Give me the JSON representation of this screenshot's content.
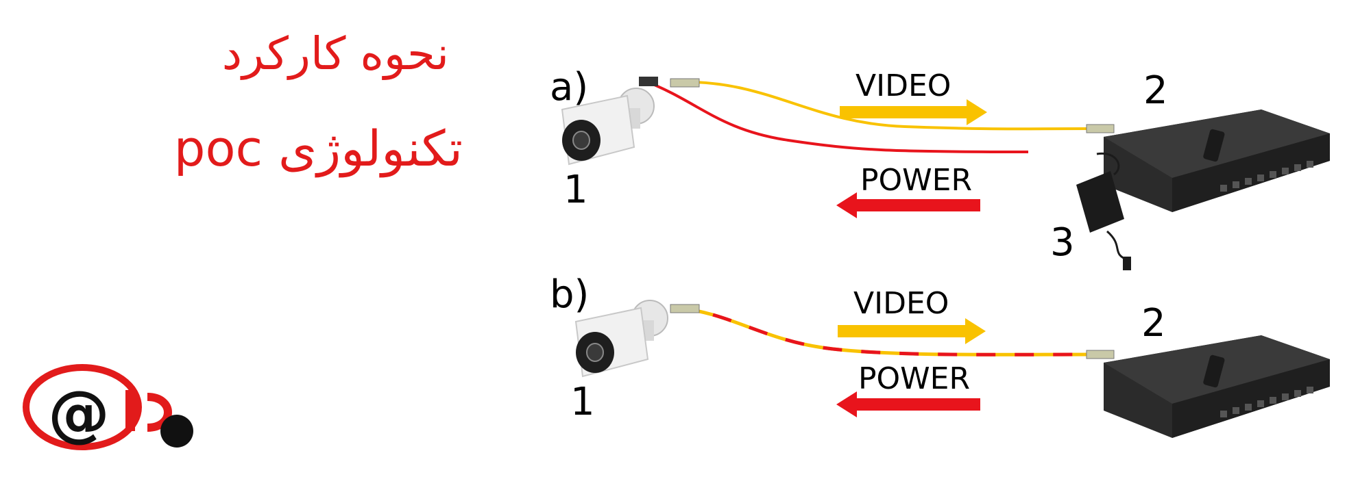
{
  "title": {
    "line1": "نحوه کارکرد",
    "line2": "تکنولوژی poc"
  },
  "panels": {
    "a": {
      "label": "a)",
      "video_label": "VIDEO",
      "power_label": "POWER",
      "camera_num": "1",
      "dvr_num": "2",
      "adapter_num": "3"
    },
    "b": {
      "label": "b)",
      "video_label": "VIDEO",
      "power_label": "POWER",
      "camera_num": "1",
      "dvr_num": "2"
    }
  },
  "colors": {
    "video": "#f9c200",
    "power": "#e8141c",
    "title": "#e21b1b",
    "device": "#2b2b2b"
  },
  "icons": [
    "bullet-camera-icon",
    "dvr-recorder-icon",
    "power-adapter-icon",
    "logo-icon"
  ]
}
